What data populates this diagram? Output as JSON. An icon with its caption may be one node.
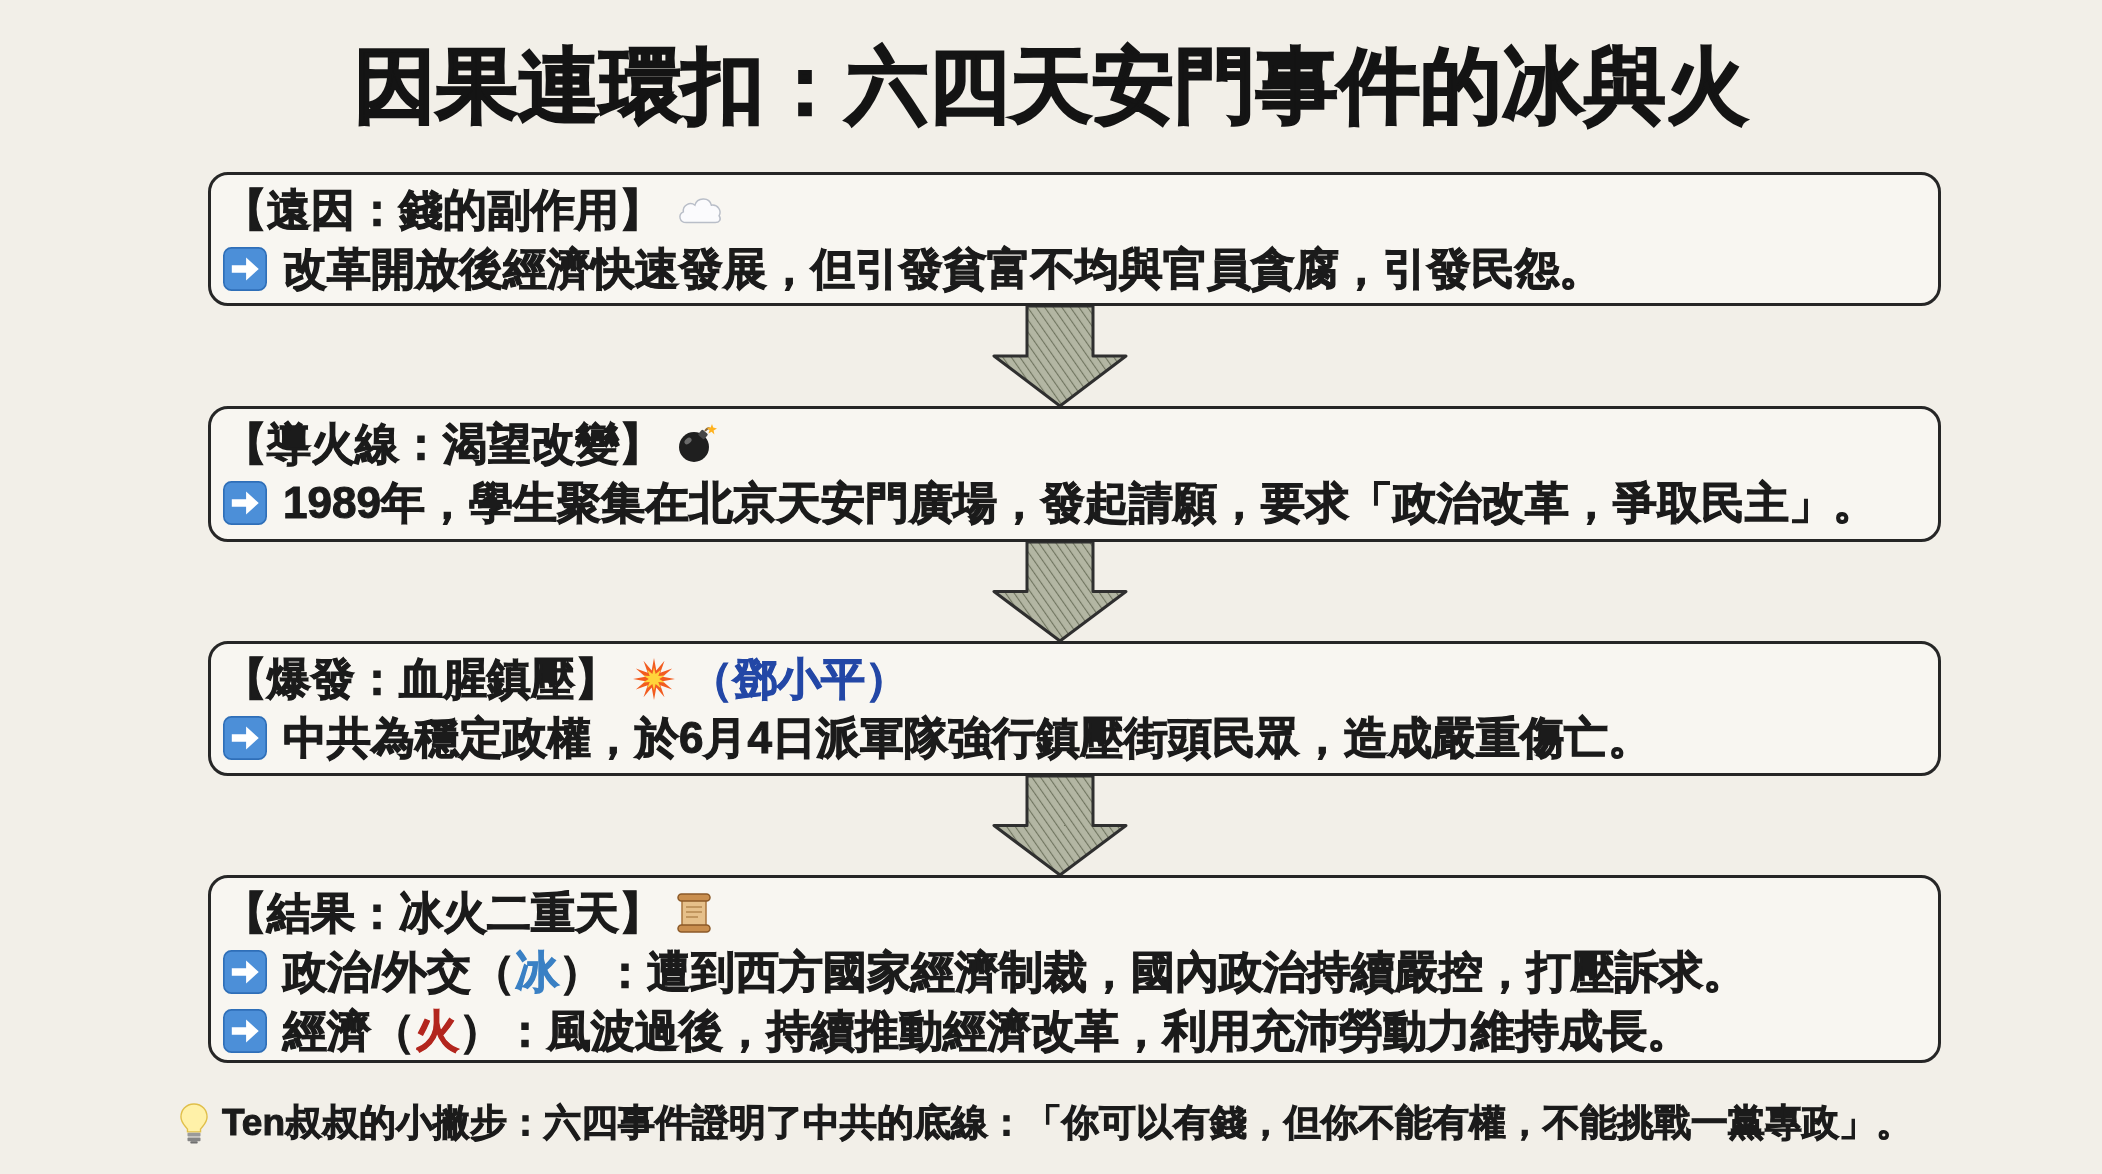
{
  "diagram": {
    "title": "因果連環扣：六四天安門事件的冰與火",
    "nodes": [
      {
        "text": [
          "【遠因：錢的副作用】",
          "改革開放後經濟快速發展，但引發貧富不均與官員貪腐，引發民怨。"
        ]
      },
      {
        "text": [
          "【導火線：渴望改變】",
          "1989年，學生聚集在北京天安門廣場，發起請願，要求「政治改革，爭取民主」。"
        ]
      },
      {
        "text": [
          "【爆發：血腥鎮壓】",
          "（鄧小平）",
          "中共為穩定政權，於6月4日派軍隊強行鎮壓街頭民眾，造成嚴重傷亡。"
        ]
      },
      {
        "text": [
          "【結果：冰火二重天】",
          "政治/外交（冰）：遭到西方國家經濟制裁，國內政治持續嚴控，打壓訴求。",
          "經濟（火）：風波過後，持續推動經濟改革，利用充沛勞動力維持成長。"
        ]
      }
    ],
    "edges": [
      {
        "from": 0,
        "to": 1,
        "arrow": "to"
      },
      {
        "from": 1,
        "to": 2,
        "arrow": "to"
      },
      {
        "from": 2,
        "to": 3,
        "arrow": "to"
      }
    ],
    "caption": "Ten叔叔的小撇步：六四事件證明了中共的底線：「你可以有錢，但你不能有權，不能挑戰一黨專政」。"
  }
}
